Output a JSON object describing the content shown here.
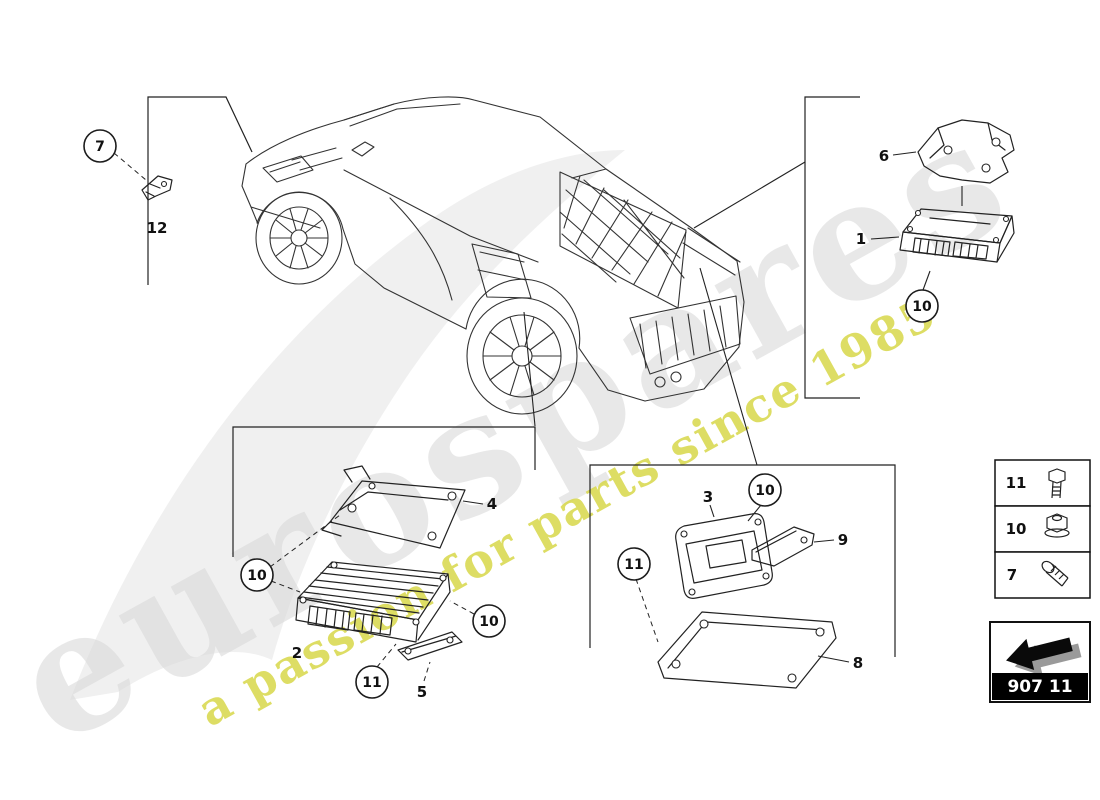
{
  "watermark": {
    "brand": "eurospares",
    "tagline": "a passion for parts since 1985"
  },
  "callouts": {
    "p1": "1",
    "p2": "2",
    "p3": "3",
    "p4": "4",
    "p5": "5",
    "p6": "6",
    "p7": "7",
    "p8": "8",
    "p9": "9",
    "p10": "10",
    "p11": "11",
    "p12": "12"
  },
  "legend": {
    "rows": [
      {
        "label": "11",
        "icon": "hex-bolt-icon"
      },
      {
        "label": "10",
        "icon": "flange-nut-icon"
      },
      {
        "label": "7",
        "icon": "screw-icon"
      }
    ]
  },
  "part_code": {
    "value": "907 11"
  },
  "colors": {
    "line": "#333333",
    "watermark_gray": "#d7d7d7",
    "watermark_yellow": "#d9d94f",
    "code_bar_bg": "#000000",
    "code_bar_text": "#ffffff"
  }
}
